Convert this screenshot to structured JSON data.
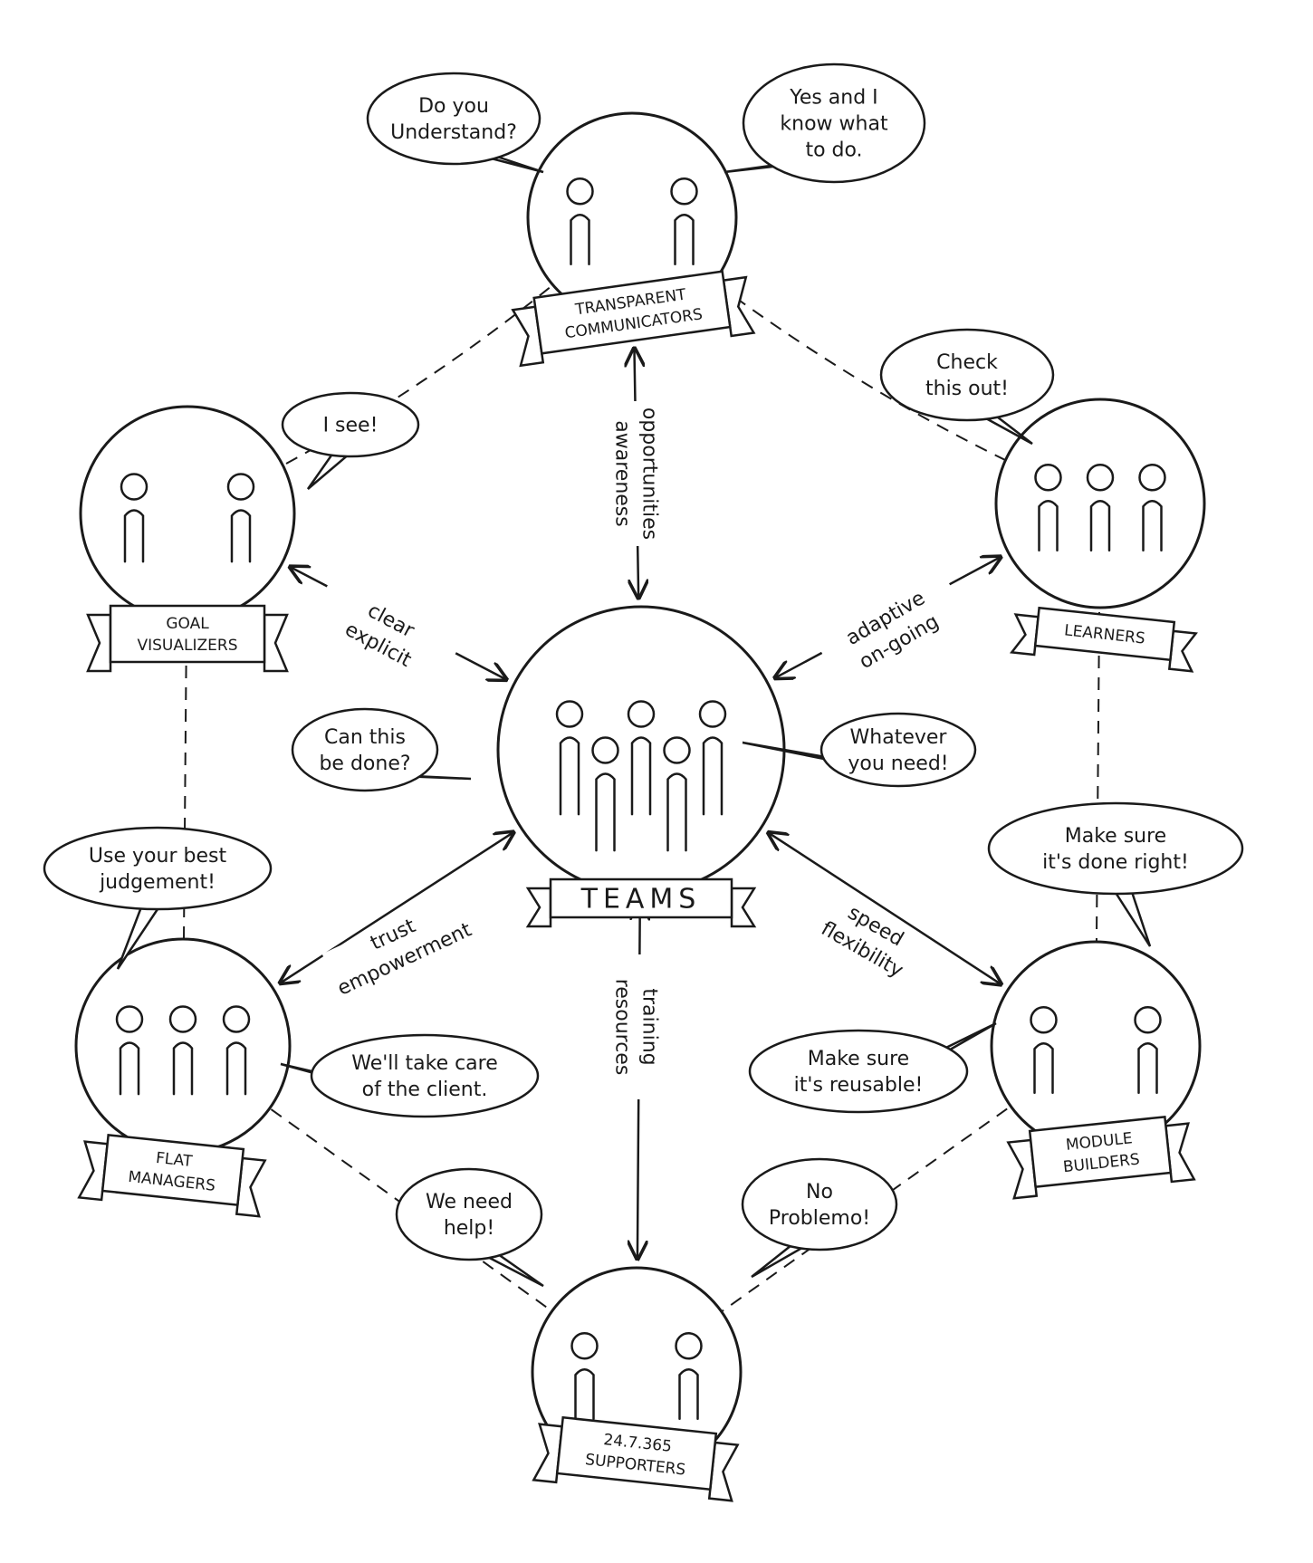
{
  "nodes": {
    "communicators": {
      "label_lines": [
        "TRANSPARENT",
        "COMMUNICATORS"
      ]
    },
    "visualizers": {
      "label_lines": [
        "GOAL",
        "VISUALIZERS"
      ]
    },
    "learners": {
      "label_lines": [
        "LEARNERS"
      ]
    },
    "teams": {
      "label_lines": [
        "TEAMS"
      ]
    },
    "managers": {
      "label_lines": [
        "FLAT",
        "MANAGERS"
      ]
    },
    "builders": {
      "label_lines": [
        "MODULE",
        "BUILDERS"
      ]
    },
    "supporters": {
      "label_lines": [
        "24.7.365",
        "SUPPORTERS"
      ]
    }
  },
  "bubbles": {
    "understand": [
      "Do you",
      "Understand?"
    ],
    "know": [
      "Yes and I",
      "know what",
      "to do."
    ],
    "check": [
      "Check",
      "this out!"
    ],
    "isee": [
      "I see!"
    ],
    "canthis": [
      "Can this",
      "be done?"
    ],
    "whatever": [
      "Whatever",
      "you need!"
    ],
    "judgement": [
      "Use your best",
      "judgement!"
    ],
    "client": [
      "We'll take care",
      "of the client."
    ],
    "doneright": [
      "Make sure",
      "it's done right!"
    ],
    "reusable": [
      "Make sure",
      "it's reusable!"
    ],
    "help": [
      "We need",
      "help!"
    ],
    "problemo": [
      "No",
      "Problemo!"
    ]
  },
  "edges": {
    "top": [
      "opportunities",
      "awareness"
    ],
    "upper_left": [
      "clear",
      "explicit"
    ],
    "upper_right": [
      "adaptive",
      "on-going"
    ],
    "lower_left": [
      "trust",
      "empowerment"
    ],
    "lower_right": [
      "speed",
      "flexibility"
    ],
    "bottom": [
      "training",
      "resources"
    ]
  }
}
